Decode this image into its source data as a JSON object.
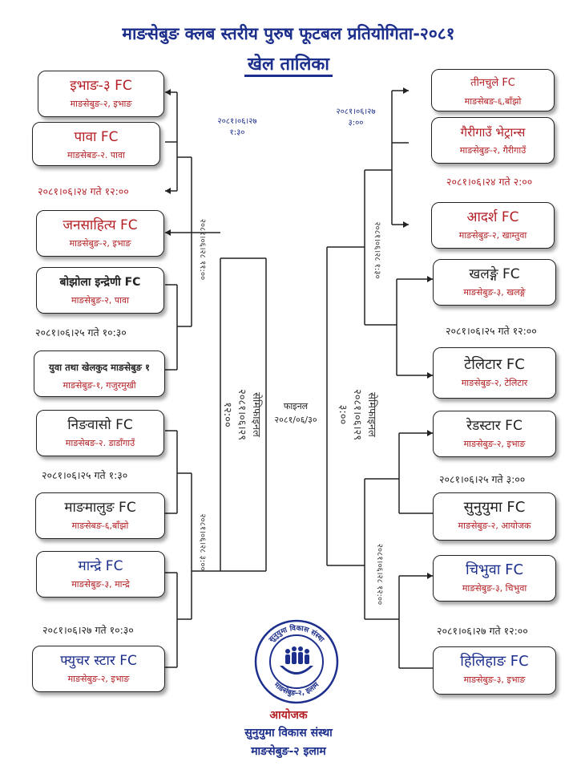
{
  "header": {
    "title": "माङसेबुङ क्लब स्तरीय पुरुष फूटबल प्रतियोगिता-२०८१",
    "subtitle": "खेल तालिका"
  },
  "left_teams": [
    {
      "name": "इभाङ-३ FC",
      "address": "माङसेबुङ-२, इभाङ"
    },
    {
      "name": "पावा FC",
      "address": "माङसेबङ-२. पावा"
    },
    {
      "name": "जनसाहित्य FC",
      "address": "माङसेबुङ-२, इभाङ"
    },
    {
      "name": "बोझोला इन्द्रेणी FC",
      "address": "माङसेबुङ-२, पावा"
    },
    {
      "name": "युवा तथा खेलकुद माङसेबुङ १",
      "address": "माङसेबुङ-१, गजुरमुखी"
    },
    {
      "name": "निङवासो FC",
      "address": "माङसेबङ-२. डाडाँगाउँ"
    },
    {
      "name": "माङमालुङ FC",
      "address": "माङसेबङ-६,बाँझो"
    },
    {
      "name": "मान्द्रे FC",
      "address": "माङसेबुङ-३, मान्द्रे"
    },
    {
      "name": "फ्युचर स्टार FC",
      "address": "माङसेबुङ-२, इभाङ"
    }
  ],
  "right_teams": [
    {
      "name": "तीनचुले FC",
      "address": "माङसेबङ-६,बाँझो"
    },
    {
      "name": "गैरीगाउँ भेट्रान्स",
      "address": "माङसेबुङ-२, गैरीगाउँ"
    },
    {
      "name": "आदर्श FC",
      "address": "माङसेबुङ-२, खाम्तुवा"
    },
    {
      "name": "खलङ्गे FC",
      "address": "माङसेबुङ-३, खलङ्गे"
    },
    {
      "name": "टेलिटार FC",
      "address": "माङसेबुङ-२, टेलिटार"
    },
    {
      "name": "रेडस्टार FC",
      "address": "माङसेबुङ-२, इभाङ"
    },
    {
      "name": "सुनुयुमा FC",
      "address": "माङसेबुङ-२, आयोजक"
    },
    {
      "name": "चिभुवा FC",
      "address": "माङसेबुङ-३, चिभुवा"
    },
    {
      "name": "हिलिहाङ FC",
      "address": "माङसेबुङ-३, इभाङ"
    }
  ],
  "schedules": {
    "l1": "२०८१।०६।२४ गते १२:००",
    "l2": "२०८१।०६।२५ गते १०:३०",
    "l3": "२०८१।०६।२५ गते १:३०",
    "l4": "२०८१।०६।२७ गते १०:३०",
    "r1": "२०८१।०६।२४ गते २:००",
    "r2": "२०८१।०६।२५ गते १२:००",
    "r3": "२०८१।०६।२५ गते ३:००",
    "r4": "२०८१।०६।२७ गते १२:००"
  },
  "bracket_notes": {
    "left_top_date": "२०८१।०६।२७",
    "left_top_time": "१:३०",
    "right_top_date": "२०८१।०६।२७",
    "right_top_time": "३:००",
    "v_left_q1": "२०८१।०६।२८ ११:००",
    "v_left_q2": "२०८१।०६।२८ ३:००",
    "v_right_q1": "२०८१।०६।२८ १:३०",
    "v_right_q2": "२०८१।०६।२८ १२:००",
    "semi_left_label": "सेमिफाइनल",
    "semi_left_date": "२०८१।०६।२९",
    "semi_left_time": "१२:००",
    "semi_right_label": "सेमिफाइनल",
    "semi_right_date": "२०८१।०६।२९",
    "semi_right_time": "३:००",
    "final_label": "फाइनल",
    "final_date": "२०८१/०६/३०"
  },
  "footer": {
    "logo_text_top": "सुनुयुमा विकास संस्था",
    "logo_text_bottom": "माङसेबुङ-२, इलाम",
    "organizer_label": "आयोजक",
    "organizer_name": "सुनुयुमा विकास संस्था",
    "organizer_place": "माङसेबुङ-२ इलाम"
  },
  "colors": {
    "title_blue": "#1d2f8c",
    "accent_red": "#b42025",
    "line": "#222222"
  }
}
